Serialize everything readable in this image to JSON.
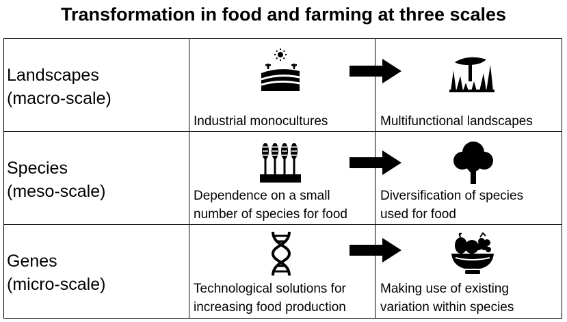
{
  "title": "Transformation in food and farming at three scales",
  "rows": [
    {
      "scale": "Landscapes",
      "scale_sub": "(macro-scale)",
      "from": [
        "Industrial monocultures"
      ],
      "to": [
        "Multifunctional landscapes"
      ],
      "from_icon": "farm-field-sun-icon",
      "to_icon": "tree-landscape-icon"
    },
    {
      "scale": "Species",
      "scale_sub": "(meso-scale)",
      "from": [
        "Dependence on a small",
        "number of species for food"
      ],
      "to": [
        "Diversification of species",
        "used for food"
      ],
      "from_icon": "wheat-crop-icon",
      "to_icon": "tree-icon"
    },
    {
      "scale": "Genes",
      "scale_sub": "(micro-scale)",
      "from": [
        "Technological solutions for",
        "increasing food production"
      ],
      "to": [
        "Making use of existing",
        "variation within species"
      ],
      "from_icon": "dna-icon",
      "to_icon": "fruit-bowl-icon"
    }
  ]
}
